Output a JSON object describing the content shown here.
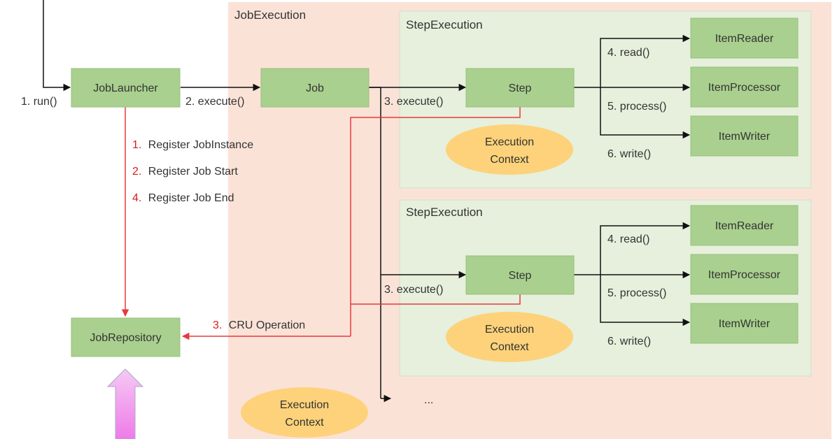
{
  "job_execution": {
    "label": "JobExecution",
    "context": {
      "line1": "Execution",
      "line2": "Context"
    },
    "ellipsis": "..."
  },
  "step_executions": [
    {
      "label": "StepExecution",
      "step": "Step",
      "execute_label": "3. execute()",
      "context": {
        "line1": "Execution",
        "line2": "Context"
      },
      "items": [
        {
          "name": "ItemReader",
          "call": "4. read()"
        },
        {
          "name": "ItemProcessor",
          "call": "5. process()"
        },
        {
          "name": "ItemWriter",
          "call": "6. write()"
        }
      ]
    },
    {
      "label": "StepExecution",
      "step": "Step",
      "execute_label": "3. execute()",
      "context": {
        "line1": "Execution",
        "line2": "Context"
      },
      "items": [
        {
          "name": "ItemReader",
          "call": "4. read()"
        },
        {
          "name": "ItemProcessor",
          "call": "5. process()"
        },
        {
          "name": "ItemWriter",
          "call": "6. write()"
        }
      ]
    }
  ],
  "nodes": {
    "job_launcher": "JobLauncher",
    "job": "Job",
    "job_repository": "JobRepository"
  },
  "edges": {
    "run": "1. run()",
    "execute": "2. execute()"
  },
  "registrations": [
    {
      "num": "1.",
      "text": "Register JobInstance"
    },
    {
      "num": "2.",
      "text": "Register Job Start"
    },
    {
      "num": "4.",
      "text": "Register Job End"
    }
  ],
  "cru": {
    "num": "3.",
    "text": "CRU Operation"
  },
  "colors": {
    "job_execution_fill": "#fbe2d7",
    "step_execution_fill": "#e6f0dc",
    "box_fill": "#a9d08e",
    "context_fill": "#fdd27a",
    "red_line": "#e8383d",
    "black_line": "#111111",
    "up_arrow": "#f3a5f0"
  }
}
